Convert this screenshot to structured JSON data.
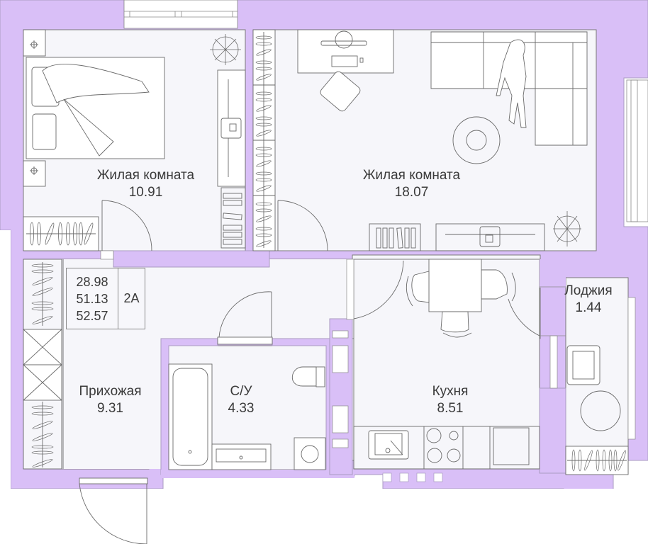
{
  "colors": {
    "wall": "#d9bff7",
    "floor": "#f6f6fa",
    "line": "#6a6a6a",
    "text": "#3a3a3a",
    "background": "#ffffff"
  },
  "apartment": {
    "type": "2A",
    "areas": {
      "living": "28.98",
      "total": "51.13",
      "total_with_loggia": "52.57"
    }
  },
  "rooms": [
    {
      "id": "bedroom",
      "name": "Жилая комната",
      "area": "10.91"
    },
    {
      "id": "living-room",
      "name": "Жилая комната",
      "area": "18.07"
    },
    {
      "id": "hallway",
      "name": "Прихожая",
      "area": "9.31"
    },
    {
      "id": "bathroom",
      "name": "С/У",
      "area": "4.33"
    },
    {
      "id": "kitchen",
      "name": "Кухня",
      "area": "8.51"
    },
    {
      "id": "loggia",
      "name": "Лоджия",
      "area": "1.44"
    }
  ],
  "furniture": {
    "bedroom": [
      "bed",
      "nightstand",
      "nightstand",
      "plant",
      "tv-stand",
      "wardrobe",
      "shelf"
    ],
    "living-room": [
      "desk",
      "monitor",
      "keyboard",
      "office-chair",
      "corner-sofa",
      "person",
      "round-rug",
      "tv-stand",
      "shelf",
      "plant",
      "wardrobe"
    ],
    "hallway": [
      "wardrobe",
      "shoe-cabinet"
    ],
    "bathroom": [
      "bathtub",
      "sink",
      "toilet",
      "washing-machine"
    ],
    "kitchen": [
      "dining-table",
      "chair",
      "chair",
      "chair",
      "sink",
      "cooktop",
      "counter",
      "oven"
    ],
    "loggia": [
      "armchair",
      "round-table",
      "drying-rack"
    ]
  }
}
